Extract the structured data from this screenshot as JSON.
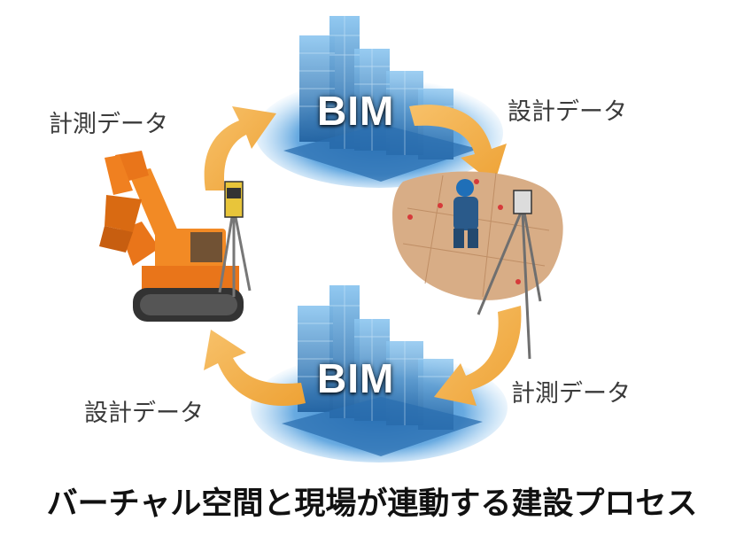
{
  "labels": {
    "top_left": "計測データ",
    "top_right": "設計データ",
    "bottom_left": "設計データ",
    "bottom_right": "計測データ"
  },
  "bim": {
    "top": "BIM",
    "bottom": "BIM"
  },
  "caption": "バーチャル空間と現場が連動する建設プロセス",
  "colors": {
    "arrow": "#f2a93b",
    "building": "#2f7fc0",
    "excavator": "#f07d1a",
    "ground": "#d8ad86"
  }
}
